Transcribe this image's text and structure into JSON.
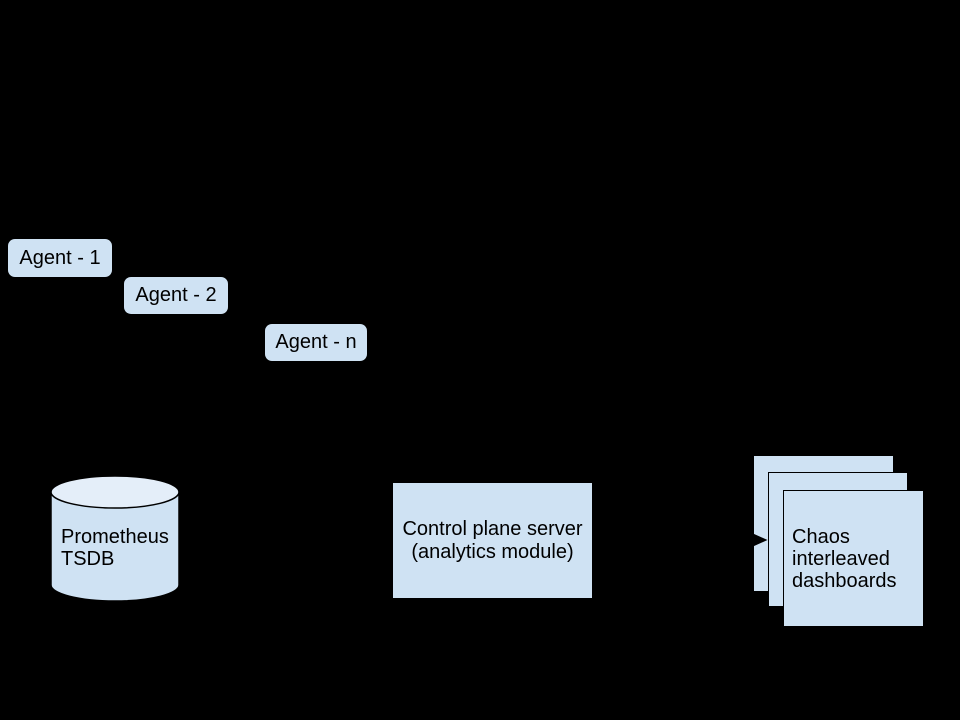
{
  "diagram": {
    "background_color": "#000000",
    "node_fill_color": "#cfe2f3",
    "cylinder_top_fill_color": "#e4eef9",
    "outline_color": "#000000",
    "text_color": "#000000",
    "agents": [
      {
        "label": "Agent - 1"
      },
      {
        "label": "Agent - 2"
      },
      {
        "label": "Agent - n"
      }
    ],
    "tsdb": {
      "shape": "cylinder",
      "lines": [
        "Prometheus",
        "TSDB"
      ]
    },
    "control_plane": {
      "shape": "rectangle",
      "lines": [
        "Control plane server",
        "(analytics module)"
      ]
    },
    "dashboards": {
      "shape": "stacked-rectangles",
      "stack_count": 3,
      "lines": [
        "Chaos",
        "interleaved",
        "dashboards"
      ]
    },
    "connections": [
      {
        "from": "control_plane",
        "to": "dashboards",
        "style": "arrow-right"
      }
    ]
  }
}
